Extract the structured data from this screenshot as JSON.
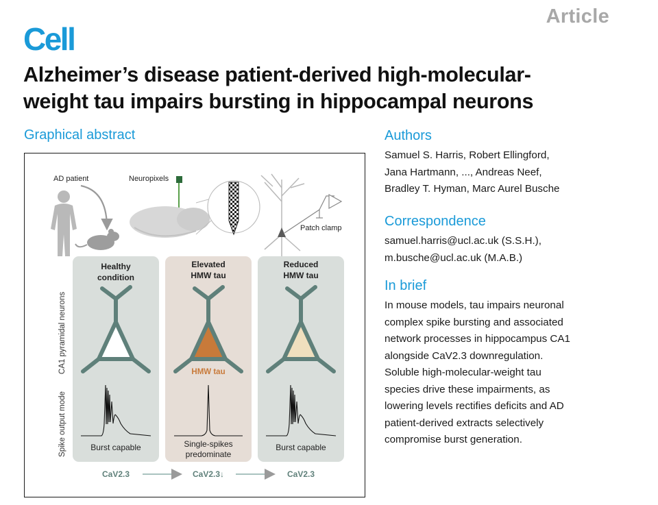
{
  "header": {
    "article_tag": "Article",
    "journal": "Cell"
  },
  "title_lines": [
    "Alzheimer’s disease patient-derived high-molecular-",
    "weight tau impairs bursting in hippocampal neurons"
  ],
  "graphical_abstract": {
    "heading": "Graphical abstract",
    "labels": {
      "ad_patient": "AD patient",
      "neuropixels": "Neuropixels",
      "patch_clamp": "Patch clamp",
      "row_neurons": "CA1 pyramidal neurons",
      "row_spike": "Spike output mode",
      "hmw_tau": "HMW tau"
    },
    "panels": [
      {
        "title": [
          "Healthy",
          "condition"
        ],
        "output": [
          "Burst capable"
        ],
        "channel": "CaV2.3"
      },
      {
        "title": [
          "Elevated",
          "HMW tau"
        ],
        "output": [
          "Single-spikes",
          "predominate"
        ],
        "channel": "CaV2.3↓"
      },
      {
        "title": [
          "Reduced",
          "HMW tau"
        ],
        "output": [
          "Burst capable"
        ],
        "channel": "CaV2.3"
      }
    ],
    "colors": {
      "panel_bg": "#d9dedb",
      "panel_tau_bg": "#e6ddd6",
      "neuron_stroke": "#5f807a",
      "soma_healthy": "#ffffff",
      "soma_elevated": "#c87a3a",
      "soma_reduced": "#efdfbe",
      "hmw_label": "#c87a3a",
      "channel_text": "#5f807a"
    }
  },
  "authors": {
    "heading": "Authors",
    "lines": [
      "Samuel S. Harris, Robert Ellingford,",
      "Jana Hartmann, ..., Andreas Neef,",
      "Bradley T. Hyman, Marc Aurel Busche"
    ]
  },
  "correspondence": {
    "heading": "Correspondence",
    "lines": [
      "samuel.harris@ucl.ac.uk (S.S.H.),",
      "m.busche@ucl.ac.uk (M.A.B.)"
    ]
  },
  "in_brief": {
    "heading": "In brief",
    "lines": [
      "In mouse models, tau impairs neuronal",
      "complex spike bursting and associated",
      "network processes in hippocampus CA1",
      "alongside CaV2.3 downregulation.",
      "Soluble high-molecular-weight tau",
      "species drive these impairments, as",
      "lowering levels rectifies deficits and AD",
      "patient-derived extracts selectively",
      "compromise burst generation."
    ]
  }
}
